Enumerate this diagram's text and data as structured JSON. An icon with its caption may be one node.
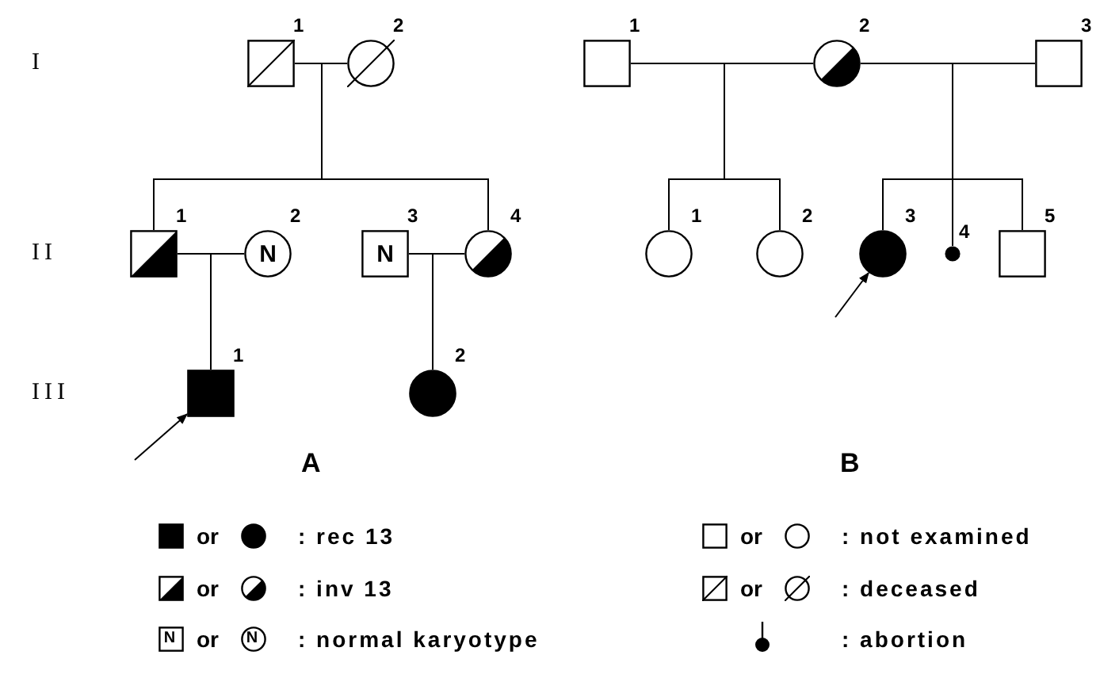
{
  "diagram": {
    "nodes": [
      {
        "text": [
          "1"
        ]
      },
      {
        "text": [
          "2"
        ]
      },
      {
        "text": [
          "1"
        ]
      },
      {
        "text": [
          "2",
          "N"
        ]
      },
      {
        "text": [
          "3",
          "N"
        ]
      },
      {
        "text": [
          "4"
        ]
      },
      {
        "text": [
          "1"
        ]
      },
      {
        "text": [
          "2"
        ]
      },
      {
        "text": [
          "1"
        ]
      },
      {
        "text": [
          "2"
        ]
      },
      {
        "text": [
          "3"
        ]
      },
      {
        "text": [
          "1"
        ]
      },
      {
        "text": [
          "2"
        ]
      },
      {
        "text": [
          "3"
        ]
      },
      {
        "text": [
          "4"
        ]
      },
      {
        "text": [
          "5"
        ]
      }
    ],
    "edges": [
      {
        "from": 0,
        "to": 1,
        "arrow": "none"
      },
      {
        "from": 0,
        "to": 2,
        "arrow": "none"
      },
      {
        "from": 1,
        "to": 2,
        "arrow": "none"
      },
      {
        "from": 0,
        "to": 5,
        "arrow": "none"
      },
      {
        "from": 1,
        "to": 5,
        "arrow": "none"
      },
      {
        "from": 2,
        "to": 3,
        "arrow": "none"
      },
      {
        "from": 2,
        "to": 6,
        "arrow": "none"
      },
      {
        "from": 3,
        "to": 6,
        "arrow": "none"
      },
      {
        "from": 4,
        "to": 5,
        "arrow": "none"
      },
      {
        "from": 4,
        "to": 7,
        "arrow": "none"
      },
      {
        "from": 5,
        "to": 7,
        "arrow": "none"
      },
      {
        "from": null,
        "to": 6,
        "arrow": "to"
      },
      {
        "from": 8,
        "to": 9,
        "arrow": "none"
      },
      {
        "from": 9,
        "to": 10,
        "arrow": "none"
      },
      {
        "from": 8,
        "to": 11,
        "arrow": "none"
      },
      {
        "from": 9,
        "to": 11,
        "arrow": "none"
      },
      {
        "from": 8,
        "to": 12,
        "arrow": "none"
      },
      {
        "from": 9,
        "to": 12,
        "arrow": "none"
      },
      {
        "from": 9,
        "to": 13,
        "arrow": "none"
      },
      {
        "from": 10,
        "to": 13,
        "arrow": "none"
      },
      {
        "from": 9,
        "to": 14,
        "arrow": "none"
      },
      {
        "from": 10,
        "to": 14,
        "arrow": "none"
      },
      {
        "from": 9,
        "to": 15,
        "arrow": "none"
      },
      {
        "from": 10,
        "to": 15,
        "arrow": "none"
      },
      {
        "from": null,
        "to": 13,
        "arrow": "to"
      }
    ],
    "labels": [
      "I",
      "II",
      "III",
      "A",
      "B",
      "or",
      "or",
      "or",
      "or",
      "N",
      "or",
      "N"
    ],
    "legend": [
      {
        "text": ": rec 13"
      },
      {
        "text": ": not examined"
      },
      {
        "text": ": inv 13"
      },
      {
        "text": ": deceased"
      },
      {
        "text": ": normal karyotype"
      },
      {
        "text": ": abortion"
      }
    ]
  }
}
